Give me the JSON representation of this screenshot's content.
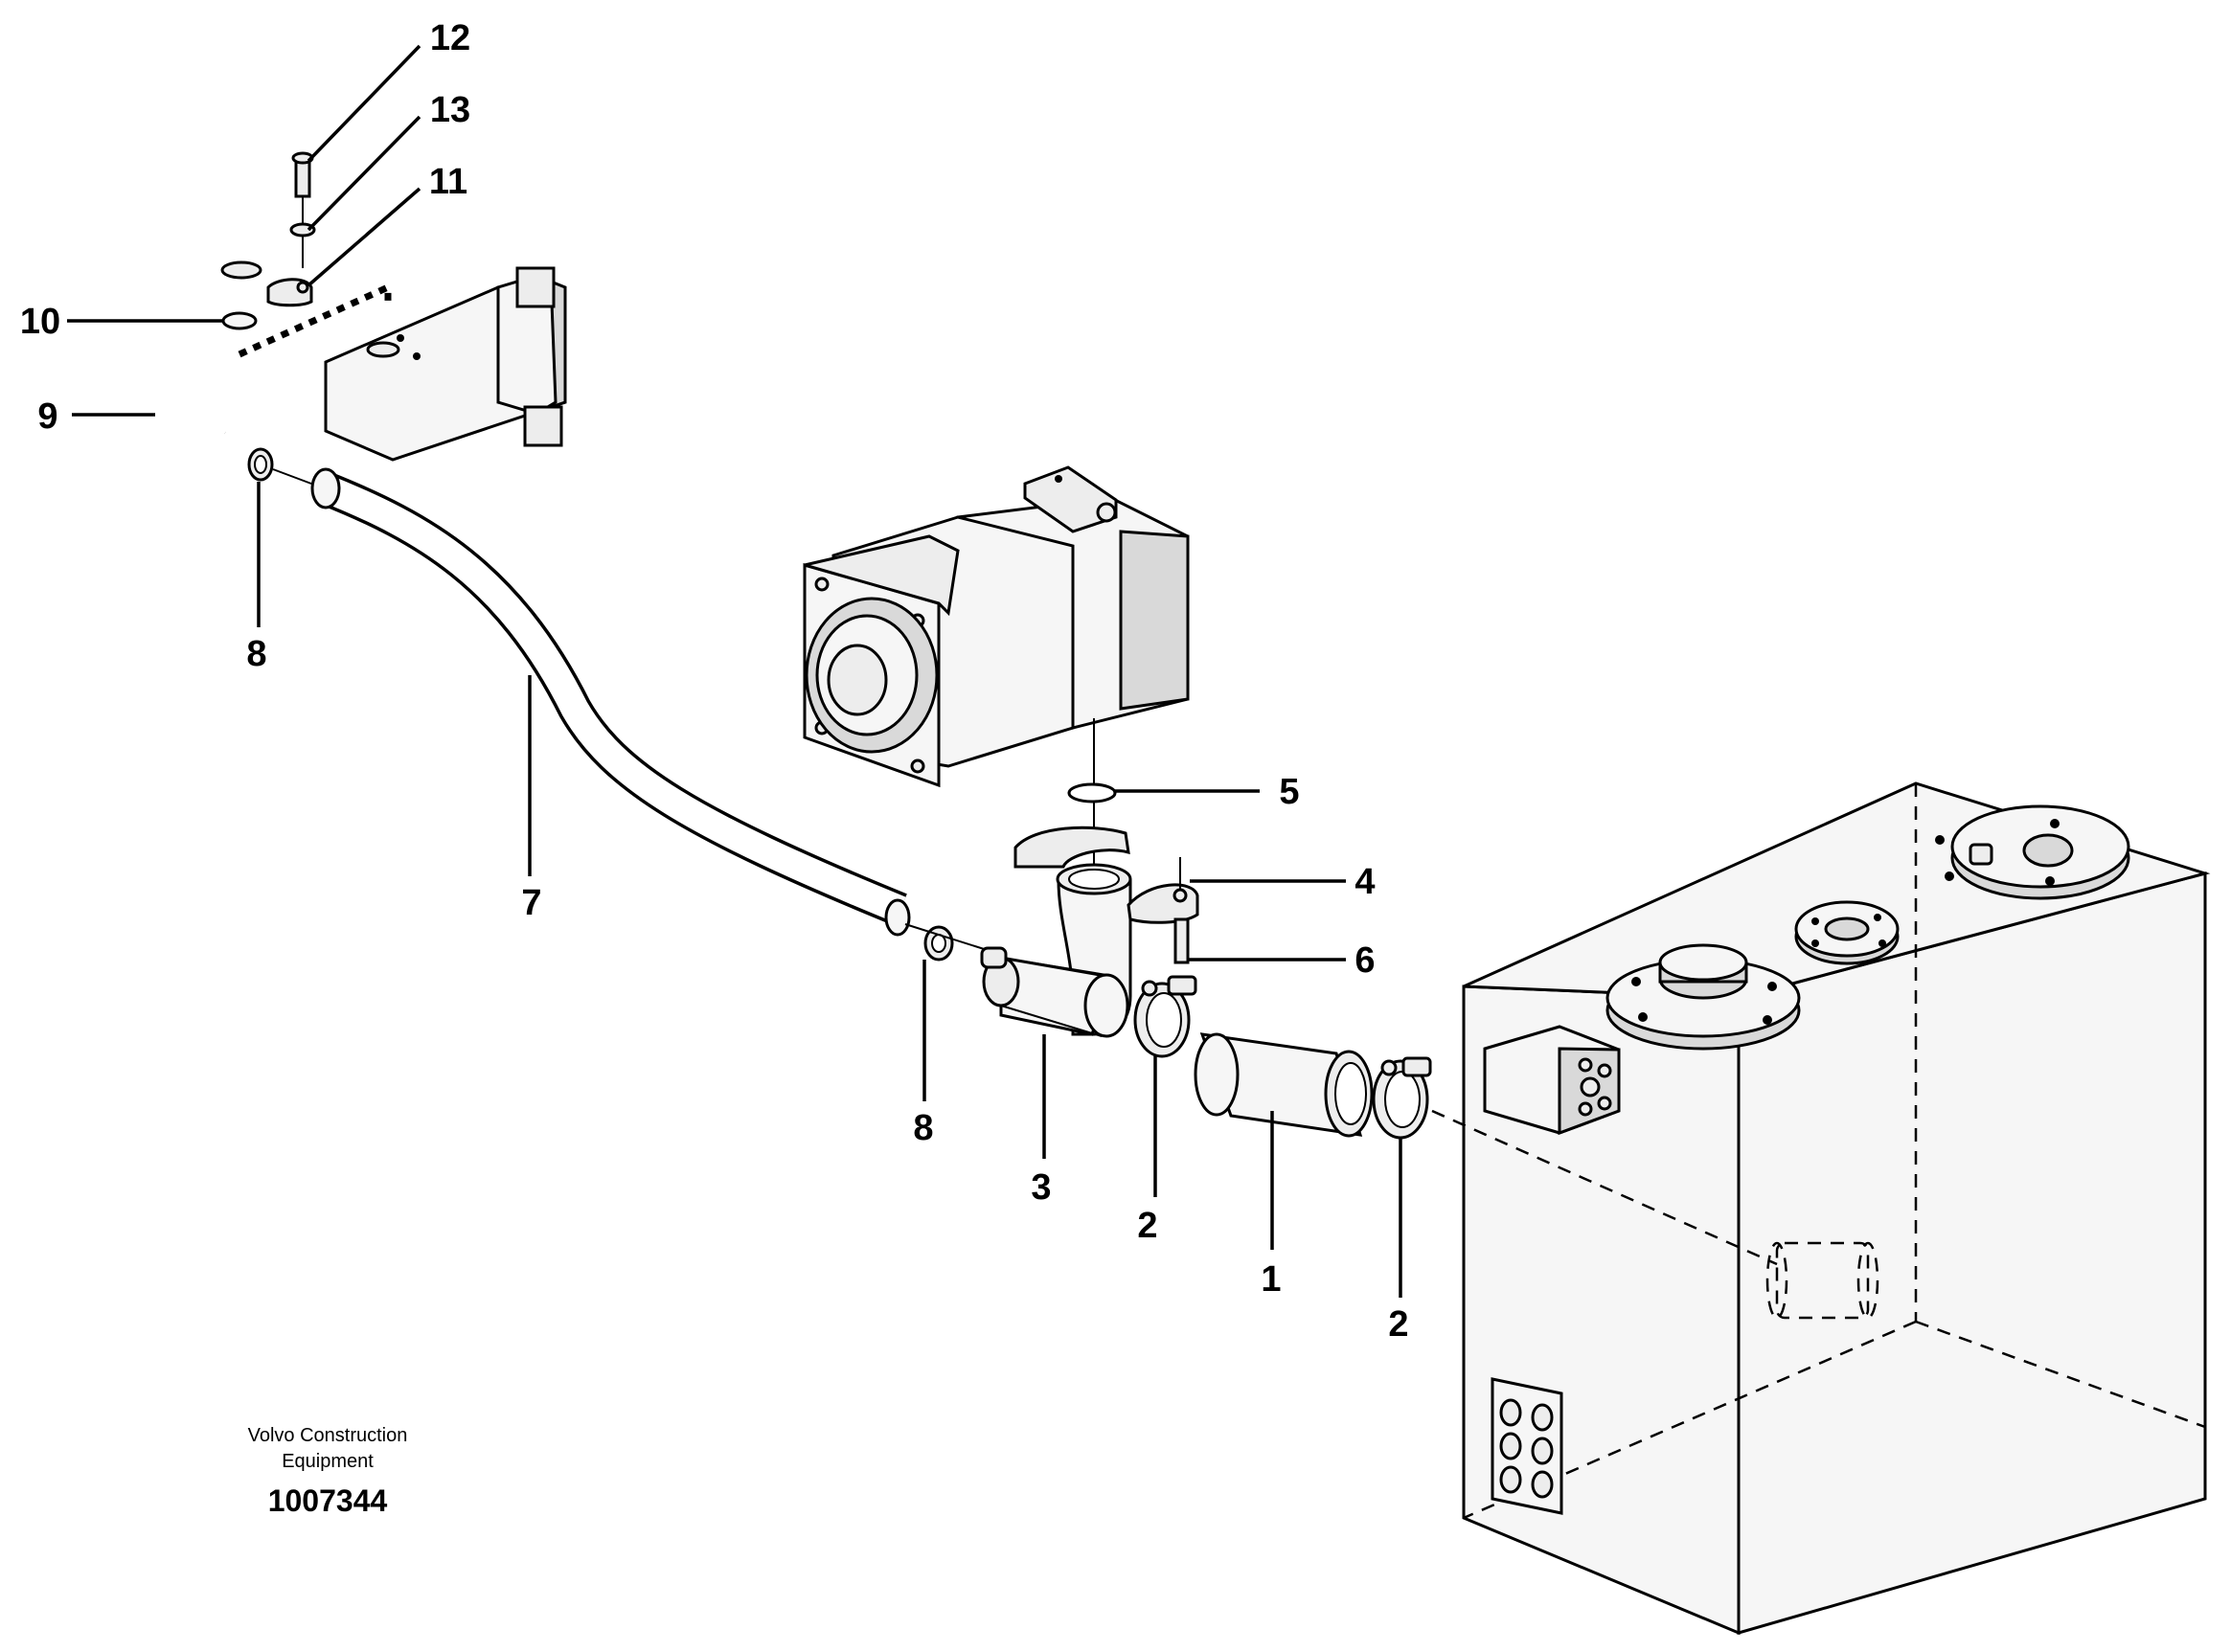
{
  "diagram": {
    "callouts": {
      "c1": "1",
      "c2a": "2",
      "c2b": "2",
      "c3": "3",
      "c4": "4",
      "c5": "5",
      "c6": "6",
      "c7": "7",
      "c8a": "8",
      "c8b": "8",
      "c9": "9",
      "c10": "10",
      "c11": "11",
      "c12": "12",
      "c13": "13"
    },
    "credit": {
      "line1": "Volvo Construction",
      "line2": "Equipment"
    },
    "document_number": "1007344"
  }
}
